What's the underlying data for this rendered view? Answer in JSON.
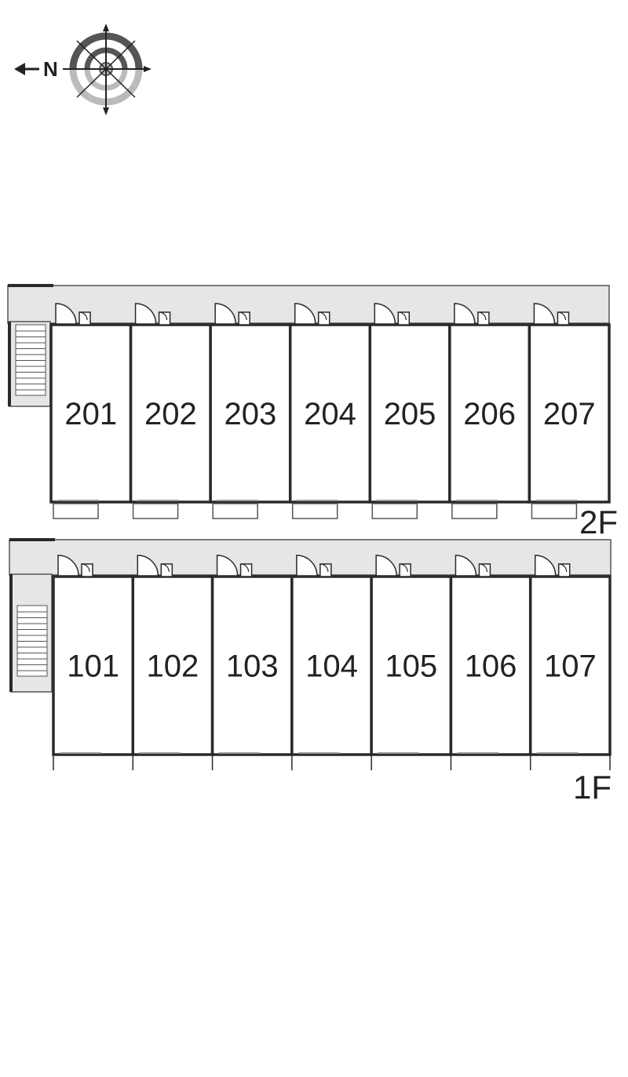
{
  "compass": {
    "north_label": "N",
    "icon": "compass-rose-icon"
  },
  "floors": [
    {
      "id": "2F",
      "label": "2F",
      "units": [
        "201",
        "202",
        "203",
        "204",
        "205",
        "206",
        "207"
      ]
    },
    {
      "id": "1F",
      "label": "1F",
      "units": [
        "101",
        "102",
        "103",
        "104",
        "105",
        "106",
        "107"
      ]
    }
  ],
  "colors": {
    "wall": "#2a2a2a",
    "corridor": "#e6e6e6",
    "line": "#555555",
    "compass_dark": "#555555",
    "compass_light": "#bbbbbb"
  }
}
